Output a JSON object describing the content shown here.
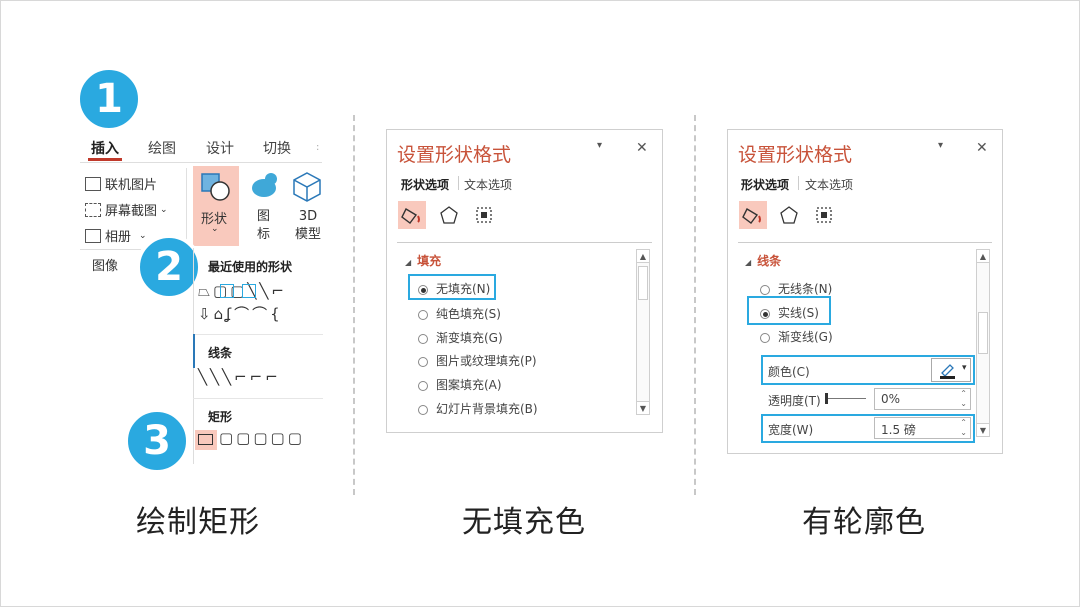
{
  "steps": [
    "1",
    "2",
    "3"
  ],
  "captions": {
    "left": "绘制矩形",
    "middle": "无填充色",
    "right": "有轮廓色"
  },
  "ribbon": {
    "tabs": [
      "插入",
      "绘图",
      "设计",
      "切换",
      "》"
    ],
    "active_tab": "插入",
    "images_group": {
      "online_pictures": "联机图片",
      "screenshot": "屏幕截图",
      "album": "相册",
      "group_label": "图像"
    },
    "shapes_button": "形状",
    "icons_button": "图\n标",
    "model_button": "3D\n模型",
    "dropdown": {
      "recent_header": "最近使用的形状",
      "lines_header": "线条",
      "rect_header": "矩形"
    }
  },
  "fill_panel": {
    "title": "设置形状格式",
    "tab_shape": "形状选项",
    "tab_text": "文本选项",
    "section": "填充",
    "options": [
      "无填充(N)",
      "纯色填充(S)",
      "渐变填充(G)",
      "图片或纹理填充(P)",
      "图案填充(A)",
      "幻灯片背景填充(B)"
    ],
    "selected": 0
  },
  "line_panel": {
    "title": "设置形状格式",
    "tab_shape": "形状选项",
    "tab_text": "文本选项",
    "section": "线条",
    "options": [
      "无线条(N)",
      "实线(S)",
      "渐变线(G)"
    ],
    "selected": 1,
    "color_label": "颜色(C)",
    "transparency_label": "透明度(T)",
    "transparency_value": "0%",
    "width_label": "宽度(W)",
    "width_value": "1.5 磅"
  },
  "colors": {
    "accent": "#2aa9e0",
    "title": "#c8533a",
    "active_tab": "#c0392b",
    "shape_highlight": "#f9c9bd"
  }
}
